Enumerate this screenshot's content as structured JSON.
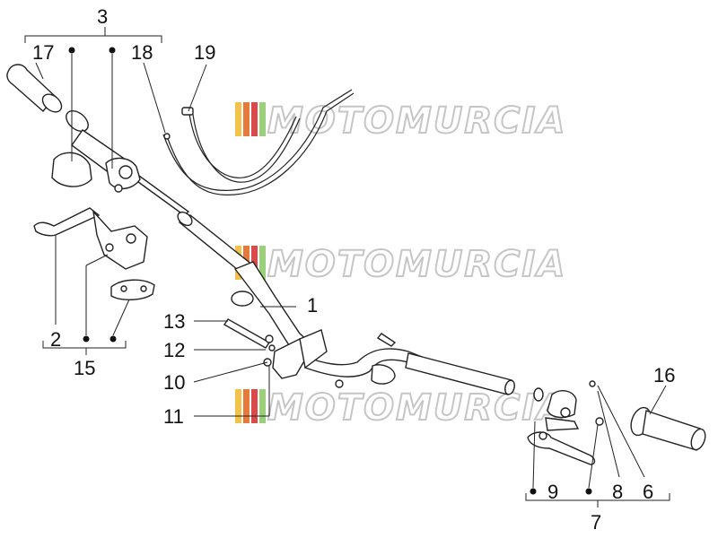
{
  "callouts": {
    "c1": "1",
    "c2": "2",
    "c3": "3",
    "c6": "6",
    "c7": "7",
    "c8": "8",
    "c9": "9",
    "c10": "10",
    "c11": "11",
    "c12": "12",
    "c13": "13",
    "c15": "15",
    "c16": "16",
    "c17": "17",
    "c18": "18",
    "c19": "19"
  },
  "watermark": {
    "text": "MOTOMURCIA",
    "stripe_colors": [
      "#f3c24a",
      "#e57a3c",
      "#d94a4a",
      "#9ad07a"
    ]
  }
}
